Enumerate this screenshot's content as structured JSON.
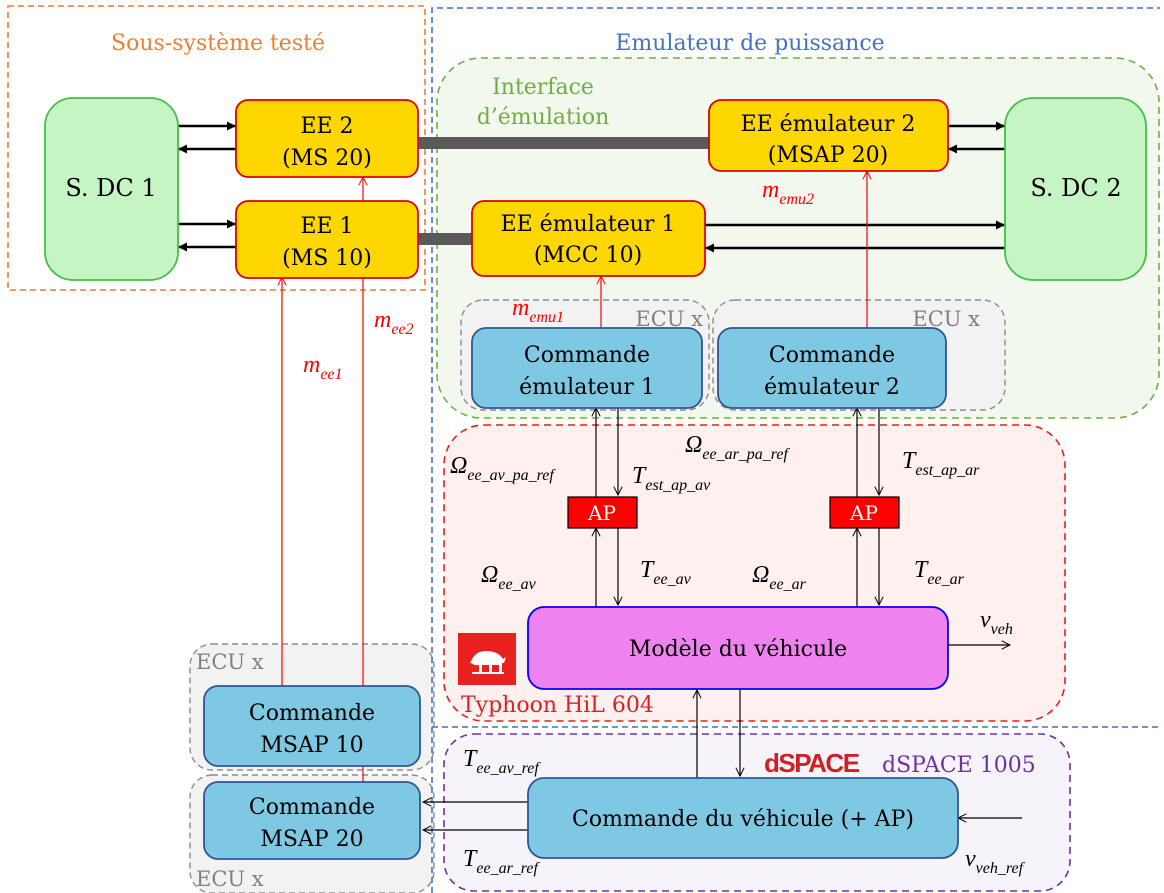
{
  "regions": {
    "tested": "Sous-système testé",
    "power_emulator": "Emulateur de puissance",
    "interface": [
      "Interface",
      "d’émulation"
    ],
    "typhoon": "Typhoon  HiL 604",
    "dspace_logo": "dSPACE",
    "dspace_model": "dSPACE 1005",
    "ecu": "ECU x"
  },
  "blocks": {
    "sdc1": "S. DC 1",
    "sdc2": "S. DC 2",
    "ee2": [
      "EE 2",
      "(MS 20)"
    ],
    "ee1": [
      "EE 1",
      "(MS 10)"
    ],
    "emu2": [
      "EE émulateur 2",
      "(MSAP 20)"
    ],
    "emu1": [
      "EE émulateur 1",
      "(MCC 10)"
    ],
    "cmd_emu1": [
      "Commande",
      "émulateur 1"
    ],
    "cmd_emu2": [
      "Commande",
      "émulateur 2"
    ],
    "ap": "AP",
    "vehicle_model": "Modèle du véhicule",
    "cmd_msap10": [
      "Commande",
      "MSAP 10"
    ],
    "cmd_msap20": [
      "Commande",
      "MSAP 20"
    ],
    "vehicle_cmd": "Commande du véhicule (+ AP)"
  },
  "signals": {
    "m_emu2": {
      "base": "m",
      "sub": "emu2"
    },
    "m_emu1": {
      "base": "m",
      "sub": "emu1"
    },
    "m_ee1": {
      "base": "m",
      "sub": "ee1"
    },
    "m_ee2": {
      "base": "m",
      "sub": "ee2"
    },
    "omega_av_pa_ref": {
      "base": "Ω",
      "sub": "ee_av_pa_ref"
    },
    "omega_ar_pa_ref": {
      "base": "Ω",
      "sub": "ee_ar_pa_ref"
    },
    "t_est_av": {
      "base": "T",
      "sub": "est_ap_av"
    },
    "t_est_ar": {
      "base": "T",
      "sub": "est_ap_ar"
    },
    "omega_av": {
      "base": "Ω",
      "sub": "ee_av"
    },
    "t_av": {
      "base": "T",
      "sub": "ee_av"
    },
    "omega_ar": {
      "base": "Ω",
      "sub": "ee_ar"
    },
    "t_ar": {
      "base": "T",
      "sub": "ee_ar"
    },
    "v_veh": {
      "base": "v",
      "sub": "veh"
    },
    "t_av_ref": {
      "base": "T",
      "sub": "ee_av_ref"
    },
    "t_ar_ref": {
      "base": "T",
      "sub": "ee_ar_ref"
    },
    "v_veh_ref": {
      "base": "v",
      "sub": "veh_ref"
    }
  },
  "colors": {
    "tested_border": "#ed7d31",
    "emulator_border": "#4472c4",
    "interface_border": "#70ad47",
    "interface_fill": "#f3f8ef",
    "typhoon_border": "#e02020",
    "typhoon_fill": "#fdf0ee",
    "dspace_border": "#7030a0",
    "dspace_fill": "#f6f3fa",
    "ecu_border": "#8c8c8c",
    "ecu_fill": "#f2f2f2",
    "source_fill": "#c5f5c5",
    "source_border": "#44c044",
    "converter_fill": "#ffd700",
    "converter_border": "#e00000",
    "control_fill": "#7ec8e3",
    "control_border": "#2f5597",
    "model_fill": "#ee82ee",
    "model_border": "#0000ff",
    "ap_fill": "#ff0000",
    "signal_red": "#ff0000",
    "bus": "#595959"
  }
}
